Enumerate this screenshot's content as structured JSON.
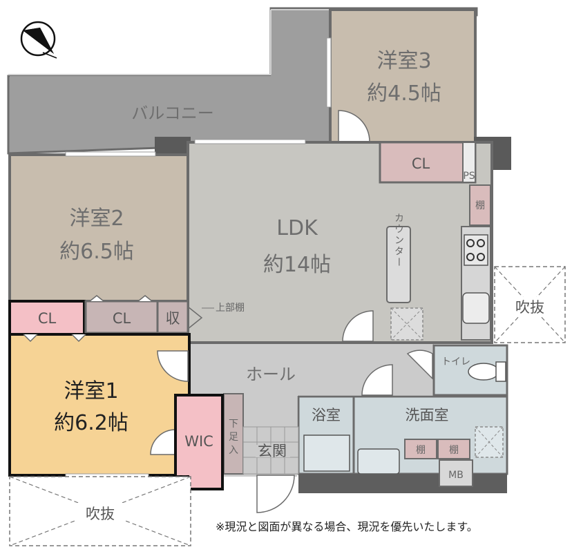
{
  "rooms": {
    "balcony": "バルコニー",
    "yoshitsu3": {
      "name": "洋室3",
      "size": "約4.5帖"
    },
    "yoshitsu2": {
      "name": "洋室2",
      "size": "約6.5帖"
    },
    "yoshitsu1": {
      "name": "洋室1",
      "size": "約6.2帖"
    },
    "ldk": {
      "name": "LDK",
      "size": "約14帖"
    },
    "cl_room3": "CL",
    "ps": "PS",
    "tana_kitchen": "棚",
    "counter": "カウンター",
    "jobudana": "上部棚",
    "cl_room1": "CL",
    "cl_room2": "CL",
    "shu": "収",
    "hall": "ホール",
    "toilet": "トイレ",
    "yokushitsu": "浴室",
    "senmenshitsu": "洗面室",
    "wic": "WIC",
    "getabako": [
      "下",
      "足",
      "入"
    ],
    "genkan": "玄関",
    "tana1": "棚",
    "tana2": "棚",
    "mb": "MB",
    "fukinuke_right": "吹抜",
    "fukinuke_bottom": "吹抜"
  },
  "note": "※現況と図面が異なる場合、現況を優先いたします。",
  "colors": {
    "balcony": "#9e9e9e",
    "tatami_room": "#c8bdae",
    "ldk": "#c7c6c1",
    "hall": "#cbcbcb",
    "wet_area": "#cfd9dc",
    "closet": "#d9bcbc",
    "room1_highlight": "#f6d395",
    "wic_highlight": "#f4c0c6",
    "wall": "#6b6b6b"
  }
}
